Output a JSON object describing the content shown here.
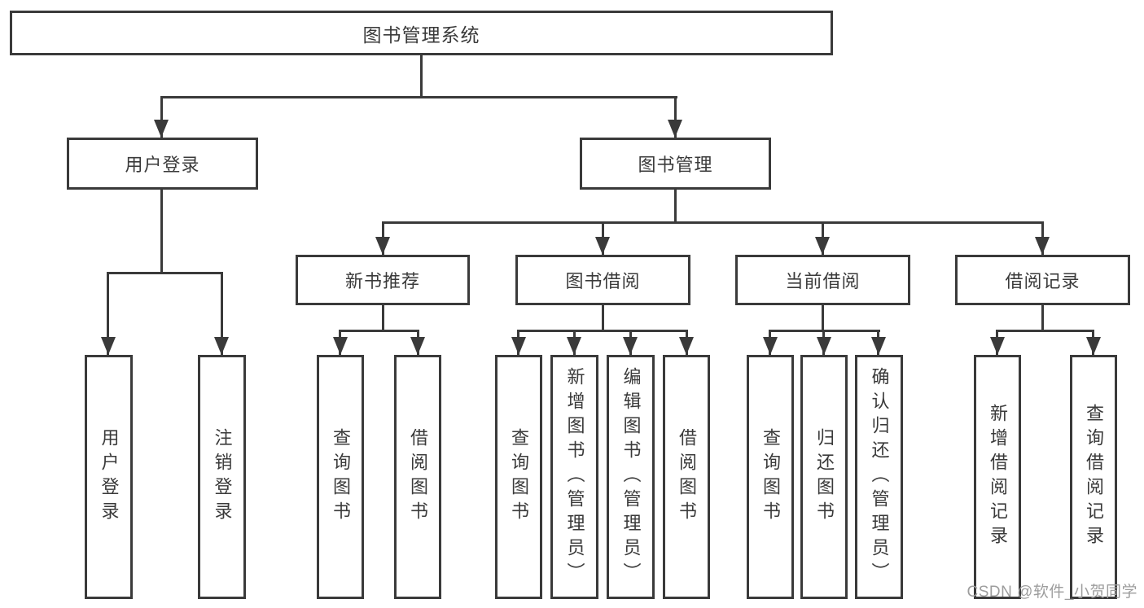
{
  "colors": {
    "line": "#3a3a3a",
    "text": "#3a3a3a",
    "box_background": "#ffffff",
    "page_background": "#ffffff",
    "watermark": "#9d9d9d"
  },
  "watermark": {
    "text": "CSDN @软件_小贺同学"
  },
  "tree": {
    "root": {
      "label": "图书管理系统"
    },
    "branches": [
      {
        "label": "用户登录",
        "children": [
          {
            "label": "用户登录"
          },
          {
            "label": "注销登录"
          }
        ]
      },
      {
        "label": "图书管理",
        "groups": [
          {
            "label": "新书推荐",
            "children": [
              {
                "label": "查询图书"
              },
              {
                "label": "借阅图书"
              }
            ]
          },
          {
            "label": "图书借阅",
            "children": [
              {
                "label": "查询图书"
              },
              {
                "label": "新增图书（管理员）"
              },
              {
                "label": "编辑图书（管理员）"
              },
              {
                "label": "借阅图书"
              }
            ]
          },
          {
            "label": "当前借阅",
            "children": [
              {
                "label": "查询图书"
              },
              {
                "label": "归还图书"
              },
              {
                "label": "确认归还（管理员）"
              }
            ]
          },
          {
            "label": "借阅记录",
            "children": [
              {
                "label": "新增借阅记录"
              },
              {
                "label": "查询借阅记录"
              }
            ]
          }
        ]
      }
    ]
  }
}
